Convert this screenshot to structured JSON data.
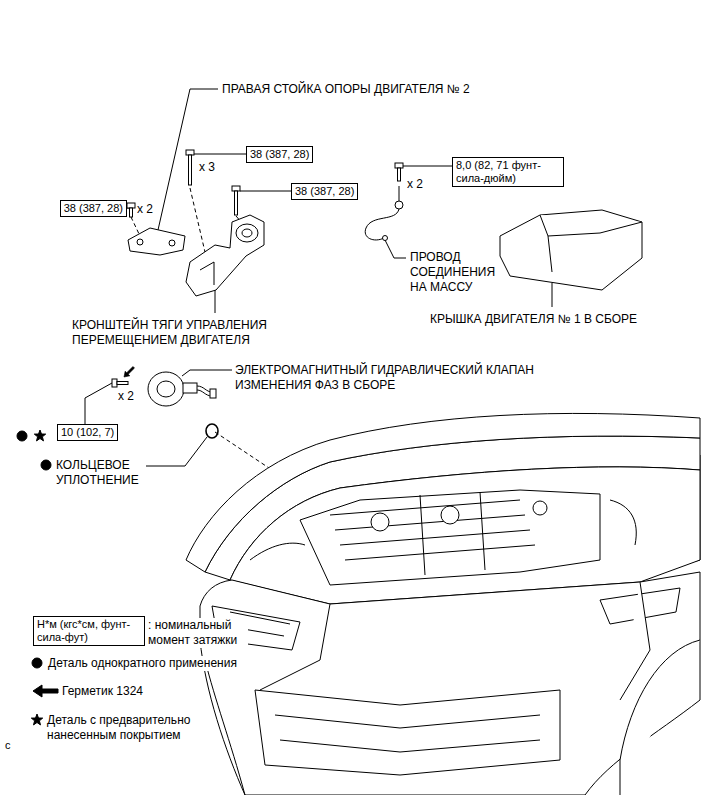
{
  "diagram": {
    "nodes": [
      {
        "text": [
          "38 (387, 28)"
        ]
      },
      {
        "text": [
          "8,0 (82, 71 фунт-сила-дюйм)"
        ]
      },
      {
        "text": [
          "38 (387, 28)"
        ]
      },
      {
        "text": [
          "38 (387, 28)"
        ]
      },
      {
        "text": [
          "10 (102, 7)"
        ]
      },
      {
        "text": [
          "Н*м (кгс*см, фунт-сила-фут)"
        ]
      }
    ],
    "labels": [
      "ПРАВАЯ СТОЙКА ОПОРЫ ДВИГАТЕЛЯ № 2",
      "x 3",
      "x 2",
      "x 2",
      "ПРОВОД СОЕДИНЕНИЯ НА МАССУ",
      "КРЫШКА ДВИГАТЕЛЯ № 1 В СБОРЕ",
      "КРОНШТЕЙН ТЯГИ УПРАВЛЕНИЯ ПЕРЕМЕЩЕНИЕМ ДВИГАТЕЛЯ",
      "ЭЛЕКТРОМАГНИТНЫЙ ГИДРАВЛИЧЕСКИЙ КЛАПАН ИЗМЕНЕНИЯ ФАЗ В СБОРЕ",
      "x 2",
      "КОЛЬЦЕВОЕ УПЛОТНЕНИЕ",
      "c"
    ],
    "legend": [
      {
        "text": ": номинальный момент затяжки"
      },
      {
        "text": "Деталь однократного применения"
      },
      {
        "text": "Герметик 1324"
      },
      {
        "text": "Деталь с предварительно нанесенным покрытием"
      }
    ]
  }
}
